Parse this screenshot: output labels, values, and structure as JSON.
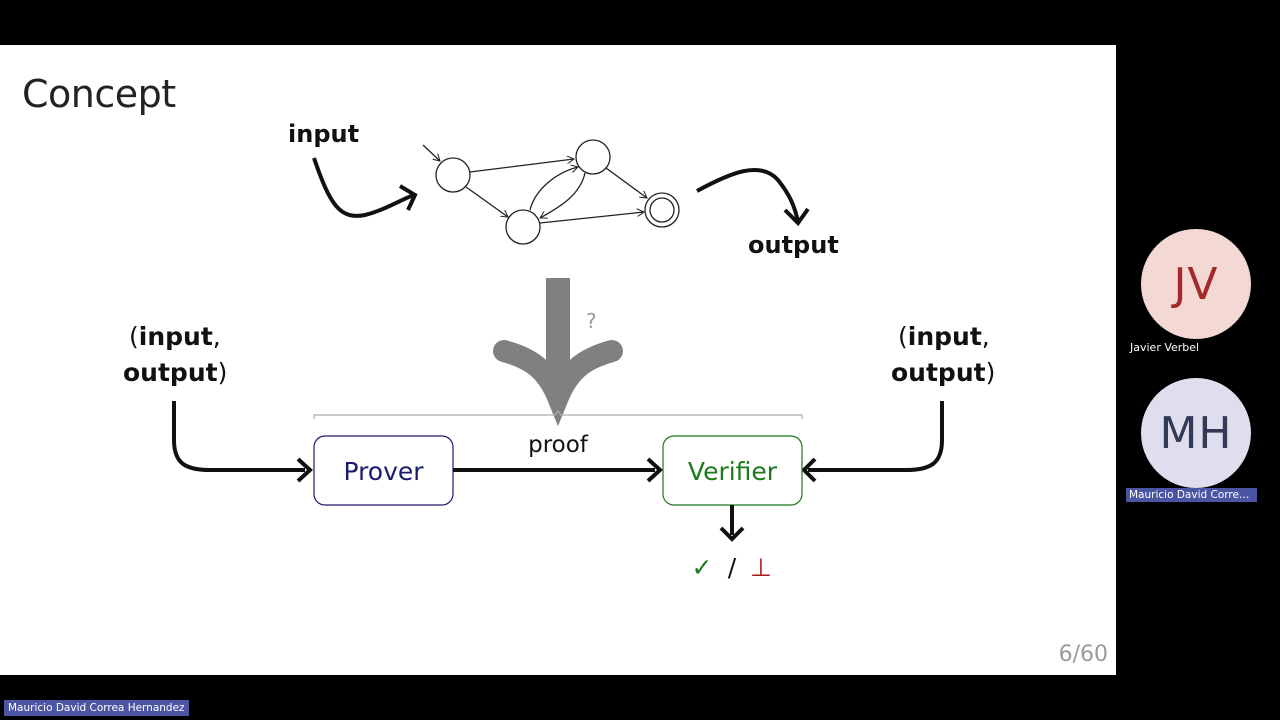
{
  "slide": {
    "title": "Concept",
    "page_number": "6/60",
    "automaton": {
      "input_label": "input",
      "output_label": "output"
    },
    "question_mark": "?",
    "left_pair": {
      "open": "(",
      "input": "input",
      "comma": ",",
      "output": "output",
      "close": ")"
    },
    "right_pair": {
      "open": "(",
      "input": "input",
      "comma": ",",
      "output": "output",
      "close": ")"
    },
    "prover_label": "Prover",
    "verifier_label": "Verifier",
    "proof_label": "proof",
    "accept_symbol": "✓",
    "separator": "/",
    "reject_symbol": "⊥",
    "colors": {
      "prover": "#1a1a6e",
      "verifier": "#1b7a1b",
      "reject": "#a41a1a",
      "big_arrow": "#808080",
      "page_number": "#9a9a9a"
    }
  },
  "participants": [
    {
      "initials": "JV",
      "name": "Javier Verbel",
      "avatar_bg": "#f3d8d3",
      "avatar_fg": "#a4292a"
    },
    {
      "initials": "MH",
      "name": "Mauricio David Correa ...",
      "avatar_bg": "#e0ddee",
      "avatar_fg": "#333a55"
    }
  ],
  "active_speaker": "Mauricio David Correa Hernandez"
}
